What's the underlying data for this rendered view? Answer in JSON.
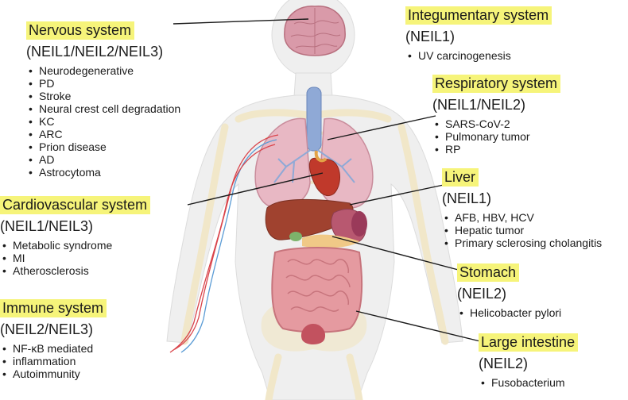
{
  "systems": [
    {
      "name": "Nervous system",
      "genes": "(NEIL1/NEIL2/NEIL3)",
      "diseases": [
        "Neurodegenerative",
        "PD",
        "Stroke",
        "Neural crest cell degradation",
        "KC",
        "ARC",
        "Prion disease",
        "AD",
        "Astrocytoma"
      ]
    },
    {
      "name": "Integumentary system",
      "genes": "(NEIL1)",
      "diseases": [
        "UV carcinogenesis"
      ]
    },
    {
      "name": "Respiratory system",
      "genes": "(NEIL1/NEIL2)",
      "diseases": [
        "SARS-CoV-2",
        "Pulmonary tumor",
        "RP"
      ]
    },
    {
      "name": "Cardiovascular system",
      "genes": "(NEIL1/NEIL3)",
      "diseases": [
        "Metabolic syndrome",
        "MI",
        "Atherosclerosis"
      ]
    },
    {
      "name": "Liver",
      "genes": "(NEIL1)",
      "diseases": [
        "AFB, HBV, HCV",
        "Hepatic tumor",
        "Primary sclerosing cholangitis"
      ]
    },
    {
      "name": "Stomach",
      "genes": "(NEIL2)",
      "diseases": [
        "Helicobacter pylori"
      ]
    },
    {
      "name": "Immune system",
      "genes": "(NEIL2/NEIL3)",
      "diseases": [
        "NF-κB mediated",
        "inflammation",
        "Autoimmunity"
      ]
    },
    {
      "name": "Large intestine",
      "genes": "(NEIL2)",
      "diseases": [
        "Fusobacterium"
      ]
    }
  ],
  "colors": {
    "highlight": "#f6f47a",
    "body": "#efefef",
    "skeleton": "#f1e7c9",
    "brain": "#d99aa9",
    "lungs": "#e8b8c4",
    "heart": "#c0392b",
    "liver": "#a0422f",
    "intestine": "#e59aa0",
    "trachea": "#8fa9d6",
    "vessel_red": "#d9434a",
    "vessel_blue": "#5a9bd5"
  }
}
